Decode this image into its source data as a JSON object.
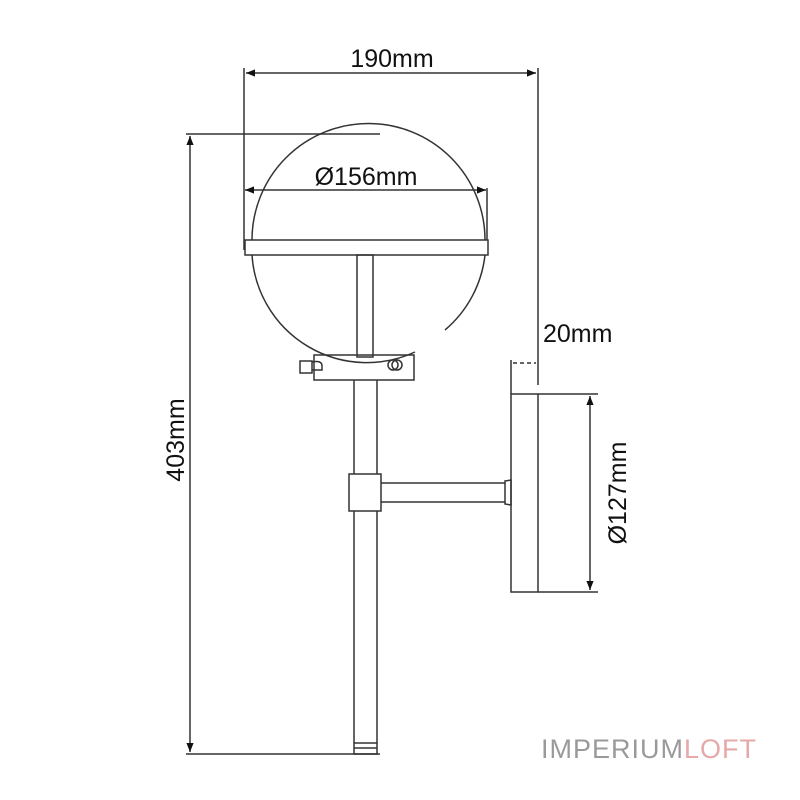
{
  "drawing": {
    "type": "technical dimension drawing",
    "subject": "wall sconce with spherical shade",
    "dimensions": {
      "overall_width": "190mm",
      "shade_diameter": "Ø156mm",
      "overall_height": "403mm",
      "backplate_depth": "20mm",
      "backplate_diameter": "Ø127mm"
    }
  },
  "brand": {
    "part1": "IMPERIUM",
    "part2": "LOFT",
    "color_primary": "#9a9a9a",
    "color_accent": "#e6a8a8"
  },
  "colors": {
    "line": "#333333",
    "background": "#ffffff"
  }
}
